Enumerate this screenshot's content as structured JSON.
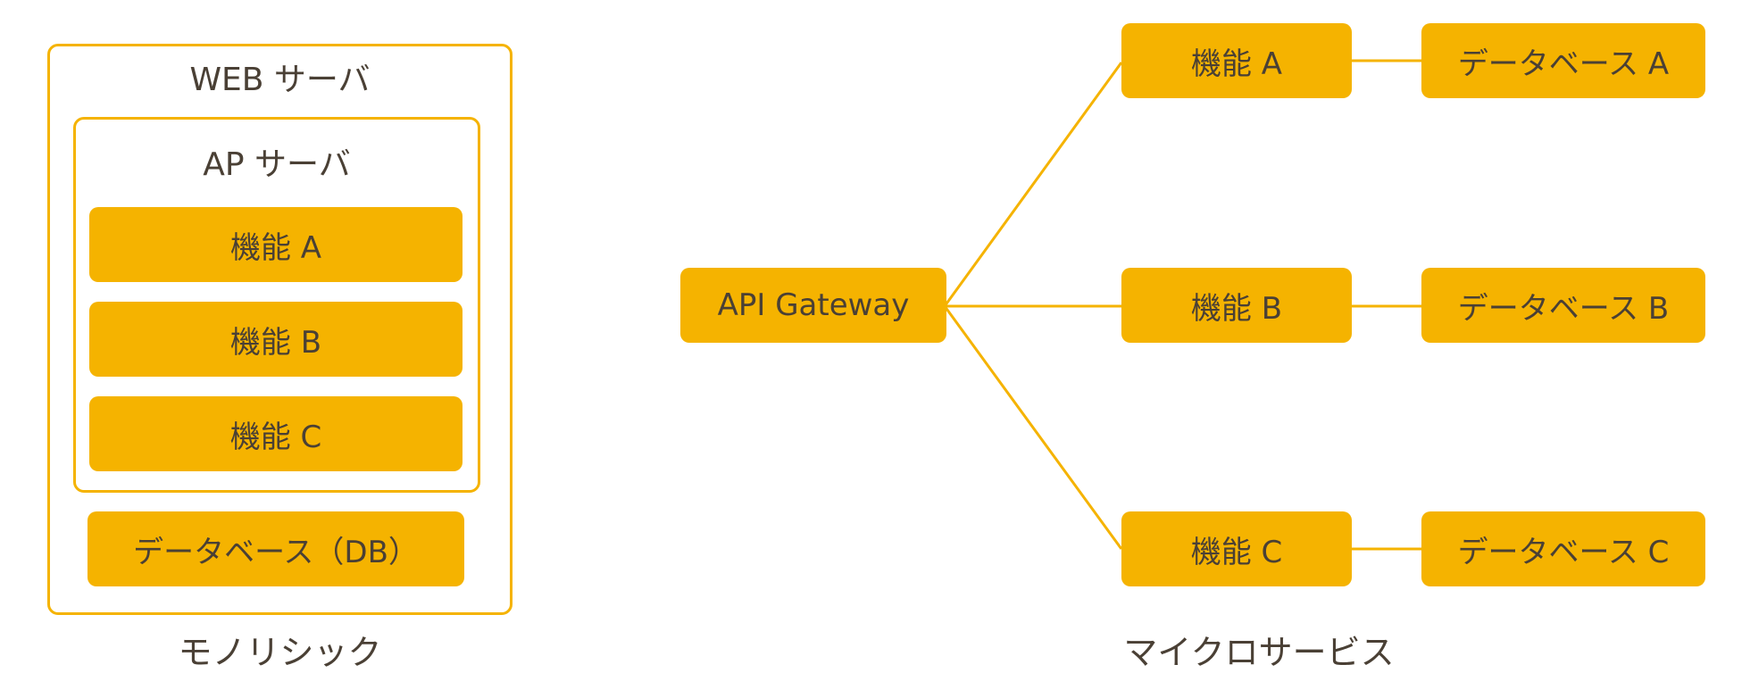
{
  "monolith": {
    "web_server_label": "WEB サーバ",
    "ap_server_label": "AP サーバ",
    "features": [
      "機能 A",
      "機能 B",
      "機能 C"
    ],
    "database_label": "データベース（DB）",
    "caption": "モノリシック"
  },
  "microservices": {
    "gateway_label": "API Gateway",
    "services": [
      {
        "feature": "機能 A",
        "database": "データベース A"
      },
      {
        "feature": "機能 B",
        "database": "データベース B"
      },
      {
        "feature": "機能 C",
        "database": "データベース C"
      }
    ],
    "caption": "マイクロサービス"
  },
  "colors": {
    "accent": "#f5b300",
    "text": "#4a4035",
    "background": "#ffffff"
  }
}
